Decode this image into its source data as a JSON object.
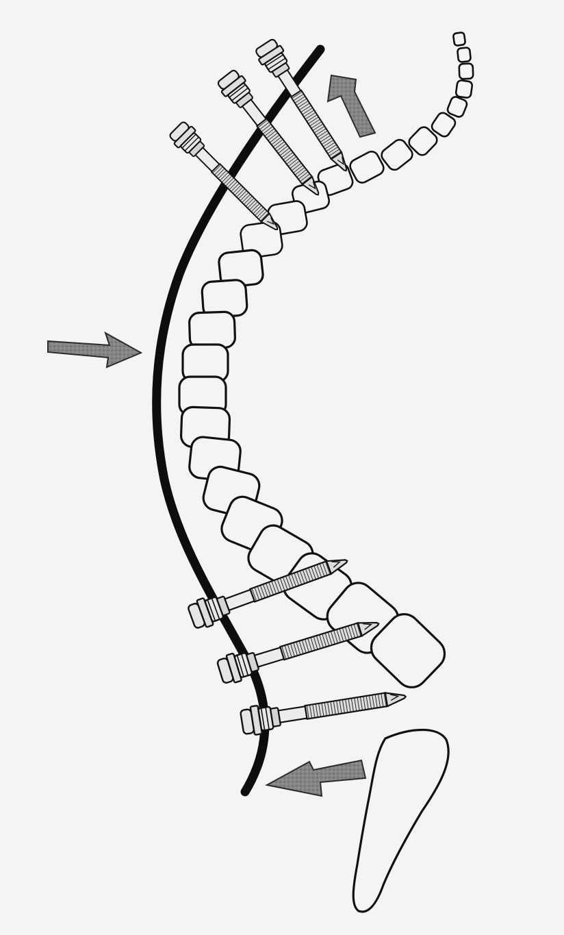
{
  "figure": {
    "subject": "spine-with-corrective-rod-and-pedicle-screws",
    "colors": {
      "paper": "#f4f4f2",
      "outline": "#111111",
      "rod": "#0d0d0d",
      "arrow_fill": "#7d7d7d",
      "arrow_edge": "#2a2a2a",
      "screw_fill": "#d9d9d9"
    },
    "upper_screw_count": 3,
    "lower_screw_count": 3,
    "arrows": [
      {
        "name": "arrow-upper-push",
        "direction": "up-left"
      },
      {
        "name": "arrow-middle-push",
        "direction": "right"
      },
      {
        "name": "arrow-lower-push",
        "direction": "left"
      }
    ]
  }
}
